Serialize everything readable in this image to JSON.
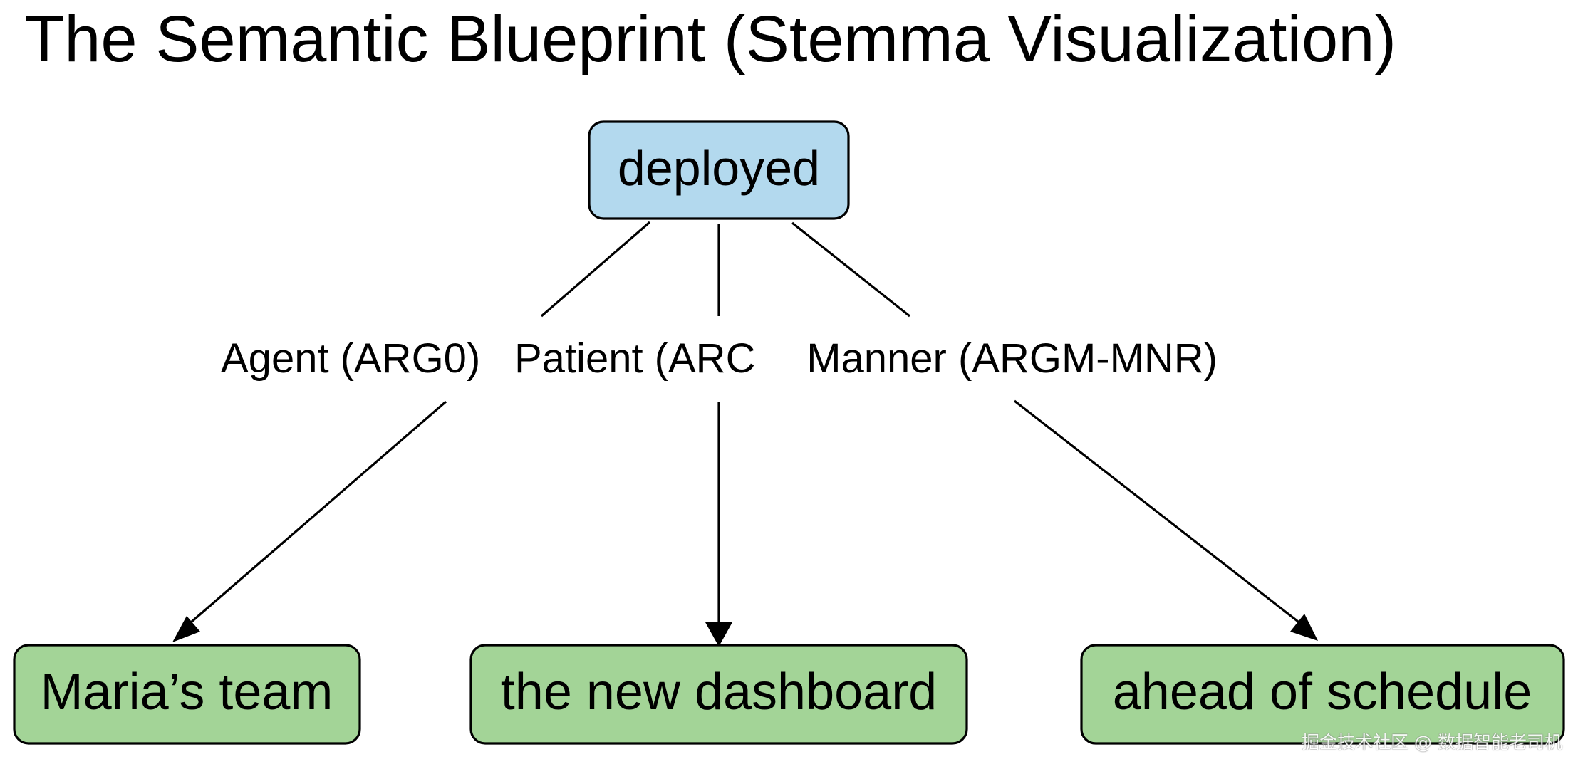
{
  "title": "The Semantic Blueprint (Stemma Visualization)",
  "diagram": {
    "root": {
      "label": "deployed",
      "fill": "#b3d9ee"
    },
    "edge_labels": {
      "agent": "Agent (ARG0)",
      "patient": "Patient (ARC",
      "manner": "Manner (ARGM-MNR)"
    },
    "children": [
      {
        "label": "Maria’s team",
        "fill": "#a3d497"
      },
      {
        "label": "the new dashboard",
        "fill": "#a3d497"
      },
      {
        "label": "ahead of schedule",
        "fill": "#a3d497"
      }
    ],
    "stroke_color": "#000000"
  },
  "watermark": "掘金技术社区 @ 数据智能老司机"
}
